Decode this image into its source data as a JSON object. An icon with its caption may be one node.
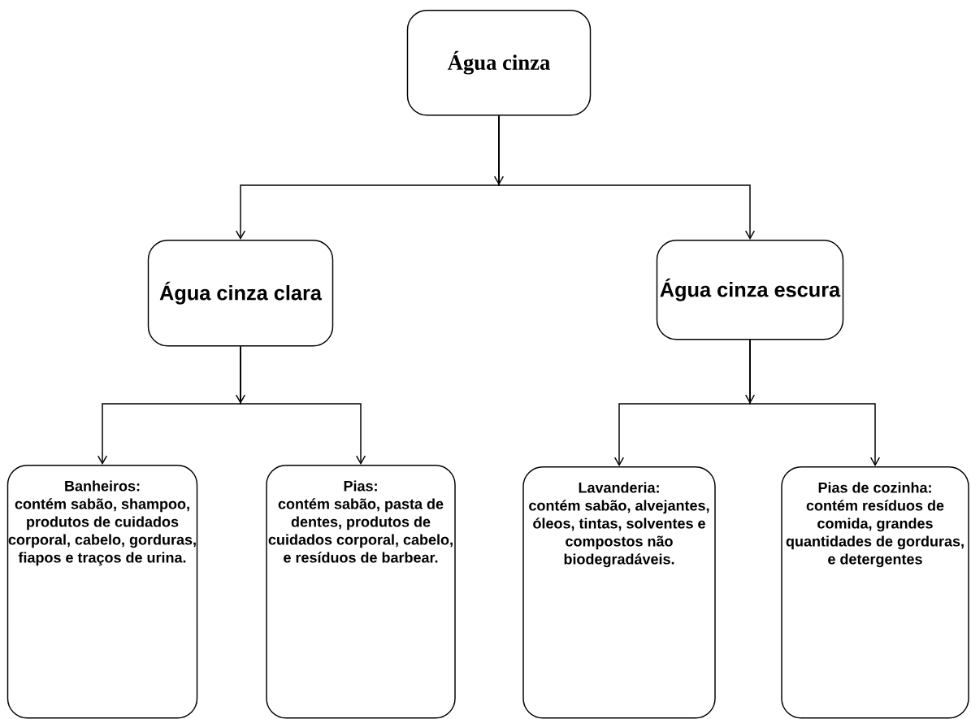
{
  "diagram": {
    "nodes": [
      {
        "text": [
          "Água cinza"
        ]
      },
      {
        "text": [
          "Água cinza clara"
        ]
      },
      {
        "text": [
          "Água cinza escura"
        ]
      },
      {
        "text": [
          "Banheiros:",
          "contém sabão, shampoo, produtos de cuidados corporal, cabelo, gorduras, fiapos e traços de urina."
        ]
      },
      {
        "text": [
          "Pias:",
          "contém sabão, pasta de dentes, produtos de cuidados corporal, cabelo, e resíduos de barbear."
        ]
      },
      {
        "text": [
          "Lavanderia:",
          "contém sabão, alvejantes, óleos, tintas, solventes e compostos não biodegradáveis."
        ]
      },
      {
        "text": [
          "Pias de cozinha:",
          "contém resíduos de comida, grandes quantidades de gorduras, e detergentes"
        ]
      }
    ],
    "edges": [
      {
        "from": 0,
        "to": 1,
        "arrow": "to"
      },
      {
        "from": 0,
        "to": 2,
        "arrow": "to"
      },
      {
        "from": 1,
        "to": 3,
        "arrow": "to"
      },
      {
        "from": 1,
        "to": 4,
        "arrow": "to"
      },
      {
        "from": 2,
        "to": 5,
        "arrow": "to"
      },
      {
        "from": 2,
        "to": 6,
        "arrow": "to"
      }
    ]
  }
}
